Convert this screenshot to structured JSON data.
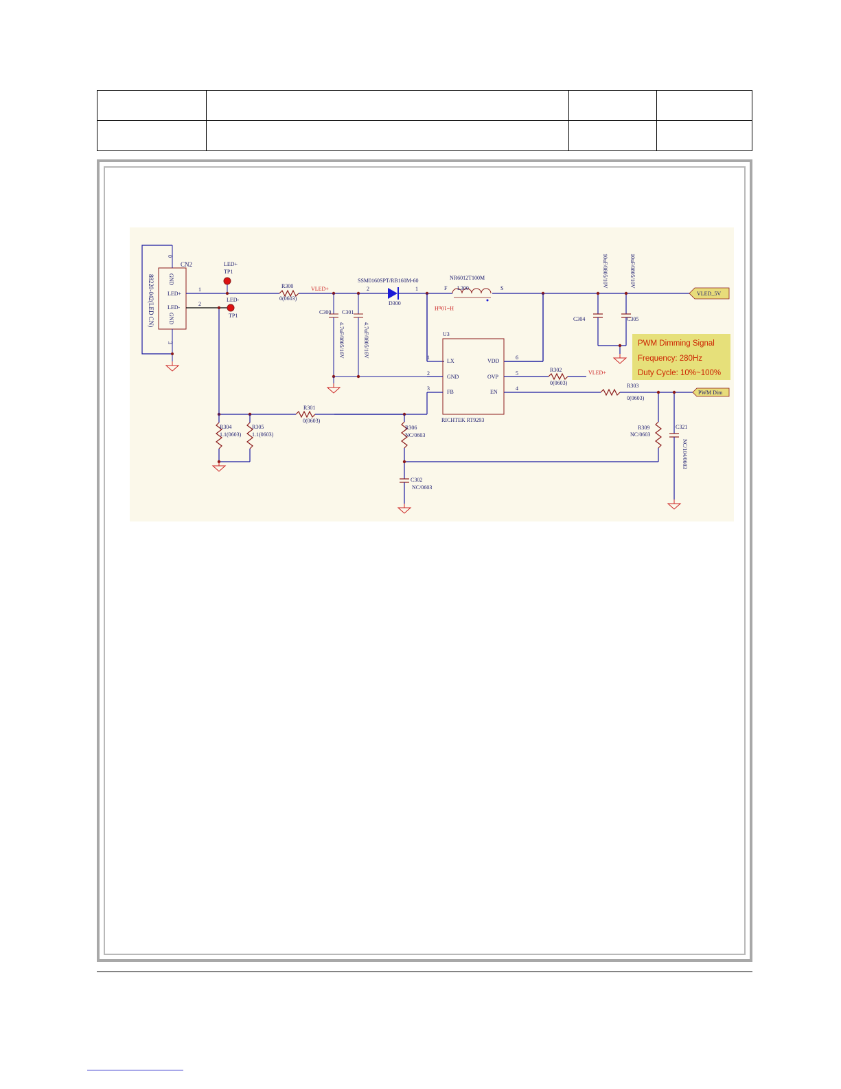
{
  "header_table": {
    "rows": [
      [
        "",
        "",
        "",
        ""
      ],
      [
        "",
        "",
        "",
        ""
      ]
    ]
  },
  "schematic": {
    "connector": {
      "ref": "CN2",
      "value": "88220-042(LED CN)",
      "pins": [
        "GND",
        "LED+",
        "LED-",
        "GND"
      ],
      "pin_numbers": [
        "0",
        "1",
        "2",
        "3"
      ]
    },
    "test_points": {
      "tp_plus_label": "LED+",
      "tp_plus_ref": "TP1",
      "tp_minus_label": "LED-",
      "tp_minus_ref": "TP1"
    },
    "r300": {
      "ref": "R300",
      "value": "0(0603)"
    },
    "net_vled": "VLED+",
    "diode": {
      "ref": "D300",
      "value": "SSM0160SPT/RB160M-60",
      "pin2": "2",
      "pin1": "1"
    },
    "inductor": {
      "ref": "L300",
      "value": "NR6012T100M",
      "pin_f": "F",
      "pin_s": "S",
      "note": "H=10uH"
    },
    "c300": {
      "ref": "C300",
      "value": "4.7uF/0805/16V"
    },
    "c301": {
      "ref": "C301",
      "value": "4.7uF/0805/16V"
    },
    "c304": {
      "ref": "C304",
      "value": "10uF/0805/10V"
    },
    "c305": {
      "ref": "C305",
      "value": "10uF/0805/10V"
    },
    "vled_5v": "VLED_5V",
    "ic": {
      "ref": "U3",
      "part": "RICHTEK RT9293",
      "left_pins": [
        "LX",
        "GND",
        "FB"
      ],
      "right_pins": [
        "VDD",
        "OVP",
        "EN"
      ],
      "left_nums": [
        "1",
        "2",
        "3"
      ],
      "right_nums": [
        "6",
        "5",
        "4"
      ]
    },
    "r302": {
      "ref": "R302",
      "value": "0(0603)",
      "net": "VLED+"
    },
    "r303": {
      "ref": "R303",
      "value": "0(0603)"
    },
    "pwm_port": "PWM Dim",
    "r301": {
      "ref": "R301",
      "value": "0(0603)"
    },
    "r304": {
      "ref": "R304",
      "value": "1.1(0603)"
    },
    "r305": {
      "ref": "R305",
      "value": "1.1(0603)"
    },
    "r306": {
      "ref": "R306",
      "value": "NC/0603"
    },
    "c302": {
      "ref": "C302",
      "value": "NC/0603"
    },
    "r309": {
      "ref": "R309",
      "value": "NC/0603"
    },
    "c321": {
      "ref": "C321",
      "value": "NC/104/0603"
    },
    "note_lines": [
      "PWM Dimming Signal",
      "Frequency: 280Hz",
      "Duty Cycle: 10%~100%"
    ]
  },
  "colors": {
    "wire": "#1a1aa0",
    "part": "#8b1a1a",
    "text": "#1a1a6e",
    "ground": "#cc2222",
    "note_bg": "#e6e07a",
    "note_text": "#cc2200",
    "tp": "#dd1111",
    "diode": "#1a1ad6"
  }
}
